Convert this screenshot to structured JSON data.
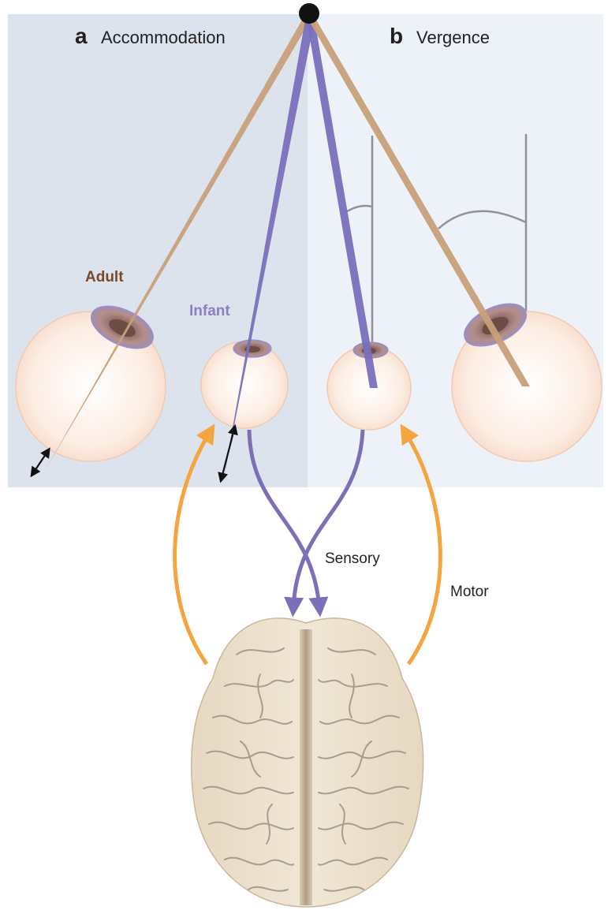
{
  "panel_a": {
    "letter": "a",
    "title": "Accommodation"
  },
  "panel_b": {
    "letter": "b",
    "title": "Vergence"
  },
  "labels": {
    "adult": "Adult",
    "infant": "Infant",
    "sensory": "Sensory",
    "motor": "Motor"
  },
  "colors": {
    "panel_a_bg": "#dce3ec",
    "panel_b_bg": "#edf2f9",
    "adult": "#7a4a26",
    "adult_beam": "#c8a07a",
    "infant": "#8a7fc0",
    "infant_beam": "#7a6fbd",
    "sensory_path": "#7b70b8",
    "motor_path": "#f5a540",
    "eyeball": "#fbe9de",
    "brain": "#ece0cc",
    "target": "#111111"
  },
  "icons": [
    "fixation-target",
    "eyeball",
    "cornea-lens",
    "double-arrow",
    "brain"
  ]
}
